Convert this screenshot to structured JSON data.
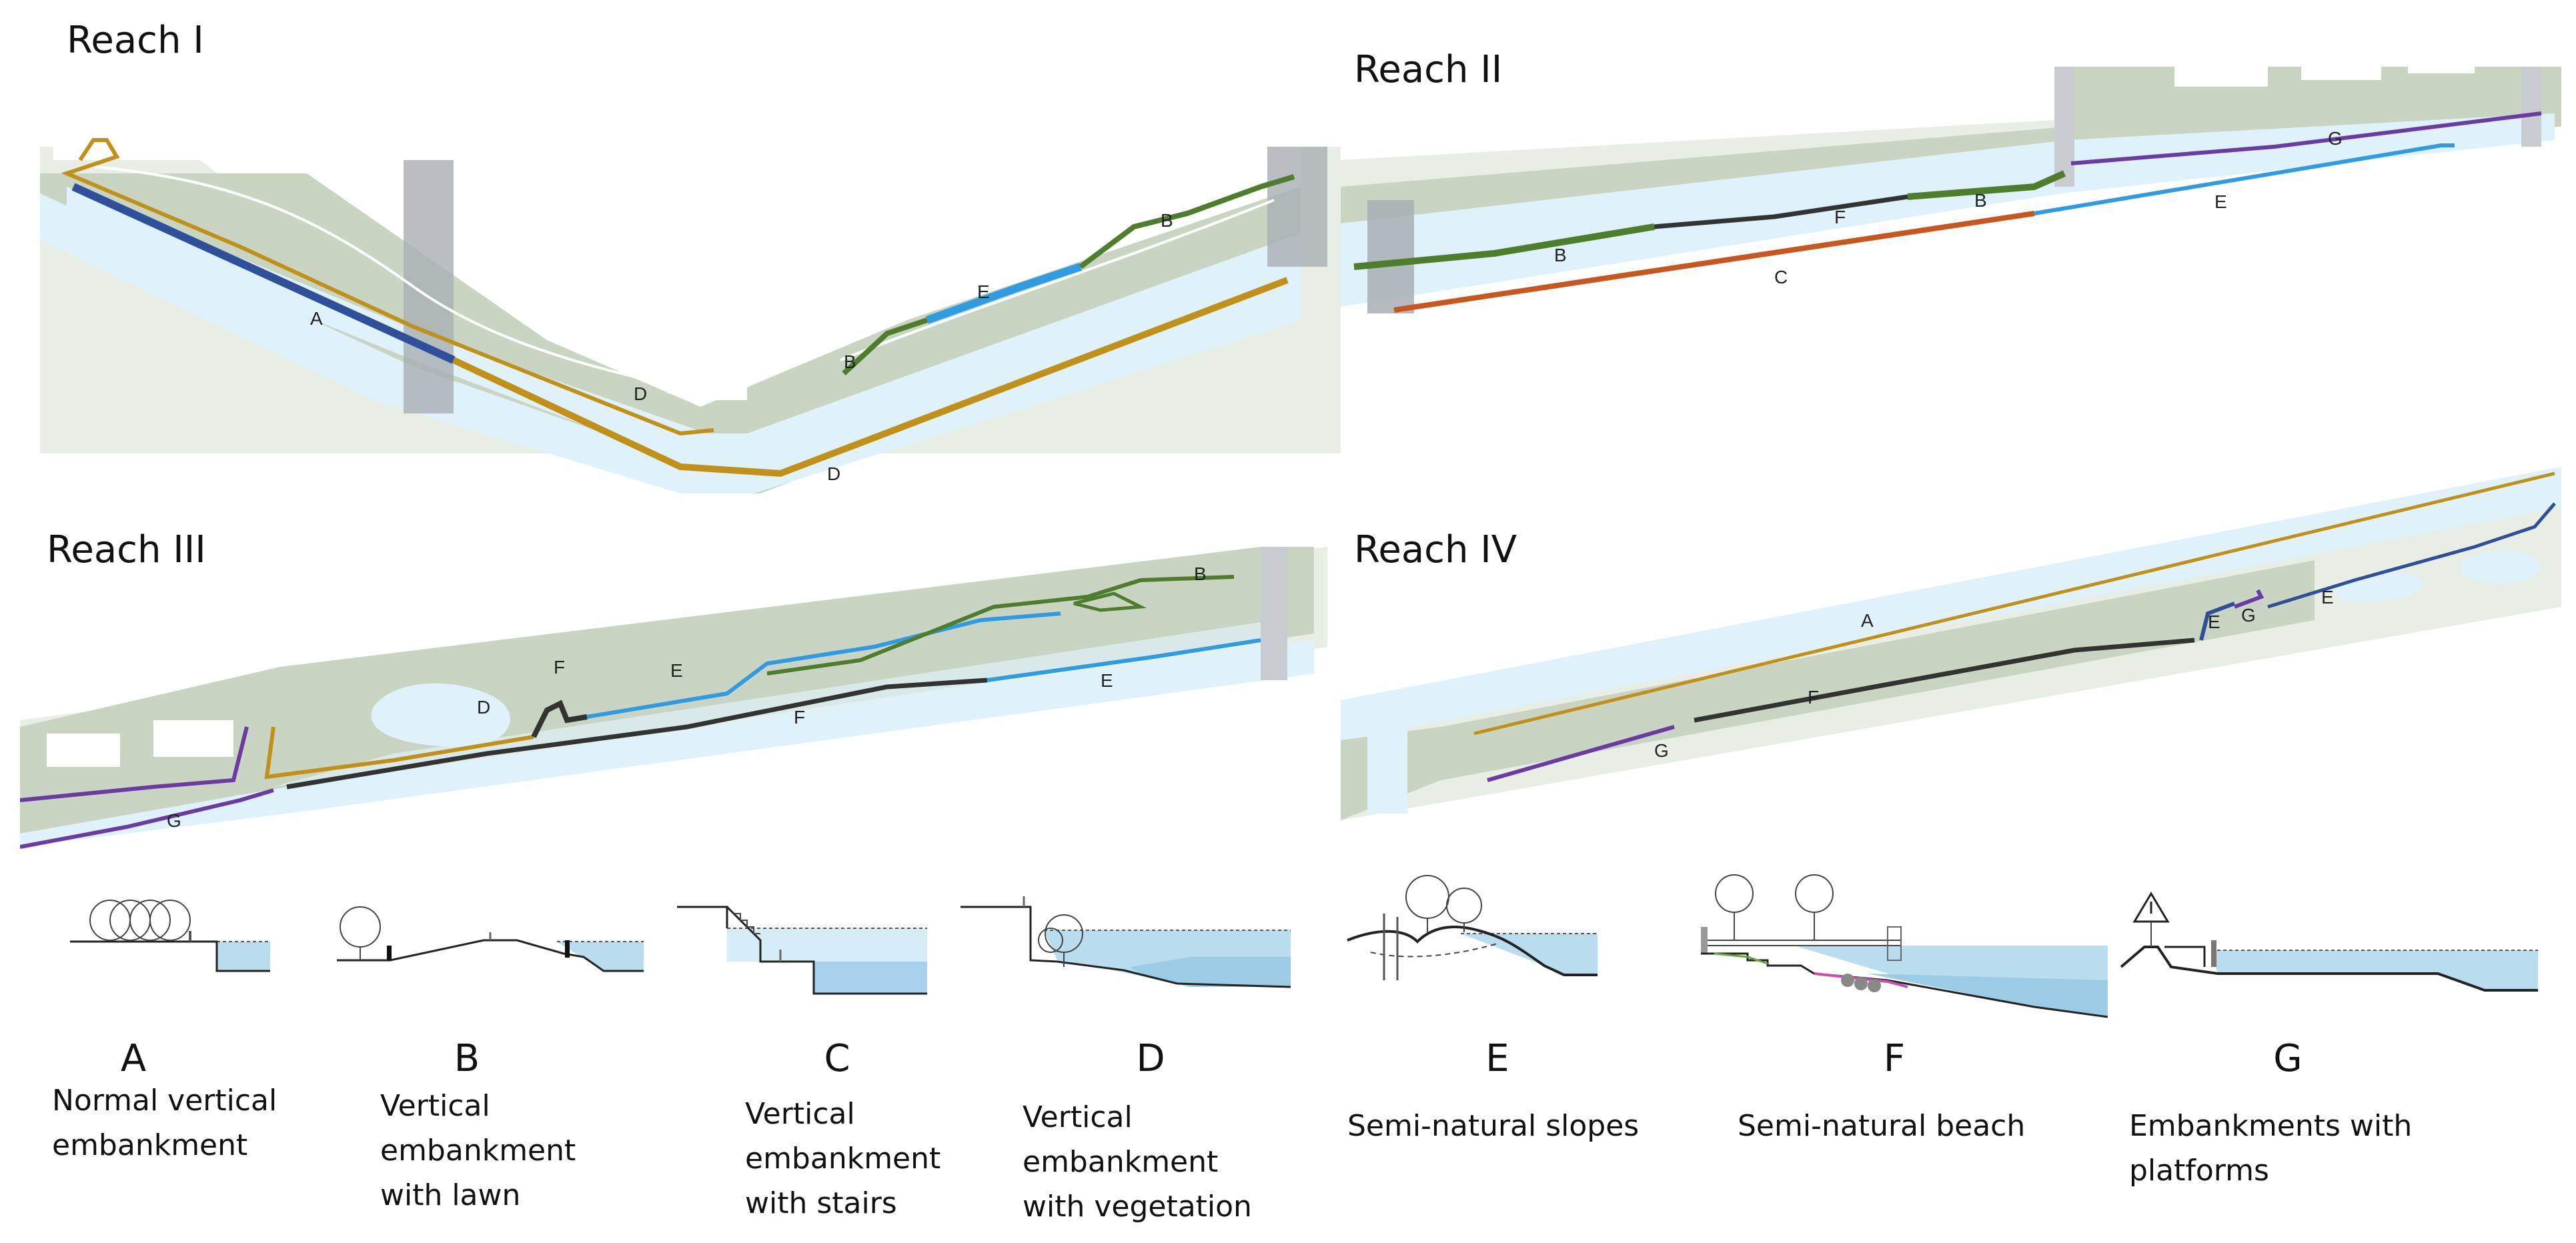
{
  "reaches": [
    {
      "title": "Reach I",
      "labels": {
        "A": "A",
        "B1": "B",
        "B2": "B",
        "E": "E",
        "D1": "D",
        "D2": "D"
      }
    },
    {
      "title": "Reach II",
      "labels": {
        "B1": "B",
        "F": "F",
        "B2": "B",
        "C": "C",
        "E": "E",
        "G": "G"
      }
    },
    {
      "title": "Reach III",
      "labels": {
        "B": "B",
        "E1": "E",
        "F1": "F",
        "D": "D",
        "E2": "E",
        "F2": "F",
        "G": "G"
      }
    },
    {
      "title": "Reach IV",
      "labels": {
        "A": "A",
        "E1": "E",
        "G1": "G",
        "E2": "E",
        "F": "F",
        "G2": "G"
      }
    }
  ],
  "legend": {
    "items": [
      {
        "letter": "A",
        "lines": [
          "Normal vertical",
          "embankment"
        ]
      },
      {
        "letter": "B",
        "lines": [
          "Vertical",
          "embankment",
          "with lawn"
        ]
      },
      {
        "letter": "C",
        "lines": [
          "Vertical",
          "embankment",
          "with stairs"
        ]
      },
      {
        "letter": "D",
        "lines": [
          "Vertical",
          "embankment",
          "with vegetation"
        ]
      },
      {
        "letter": "E",
        "lines": [
          "Semi-natural slopes"
        ]
      },
      {
        "letter": "F",
        "lines": [
          "Semi-natural beach"
        ]
      },
      {
        "letter": "G",
        "lines": [
          "Embankments with",
          "platforms"
        ]
      }
    ]
  },
  "colors": {
    "A": "#2f4f9b",
    "B": "#4e7d2e",
    "C": "#c8561f",
    "D": "#c09018",
    "E": "#2f9be0",
    "F": "#333333",
    "G": "#6b3aa3",
    "water": "#dff2fb",
    "land": "#c9d4c3",
    "land_dark": "#b3bfad",
    "building": "#a9aeb3"
  }
}
